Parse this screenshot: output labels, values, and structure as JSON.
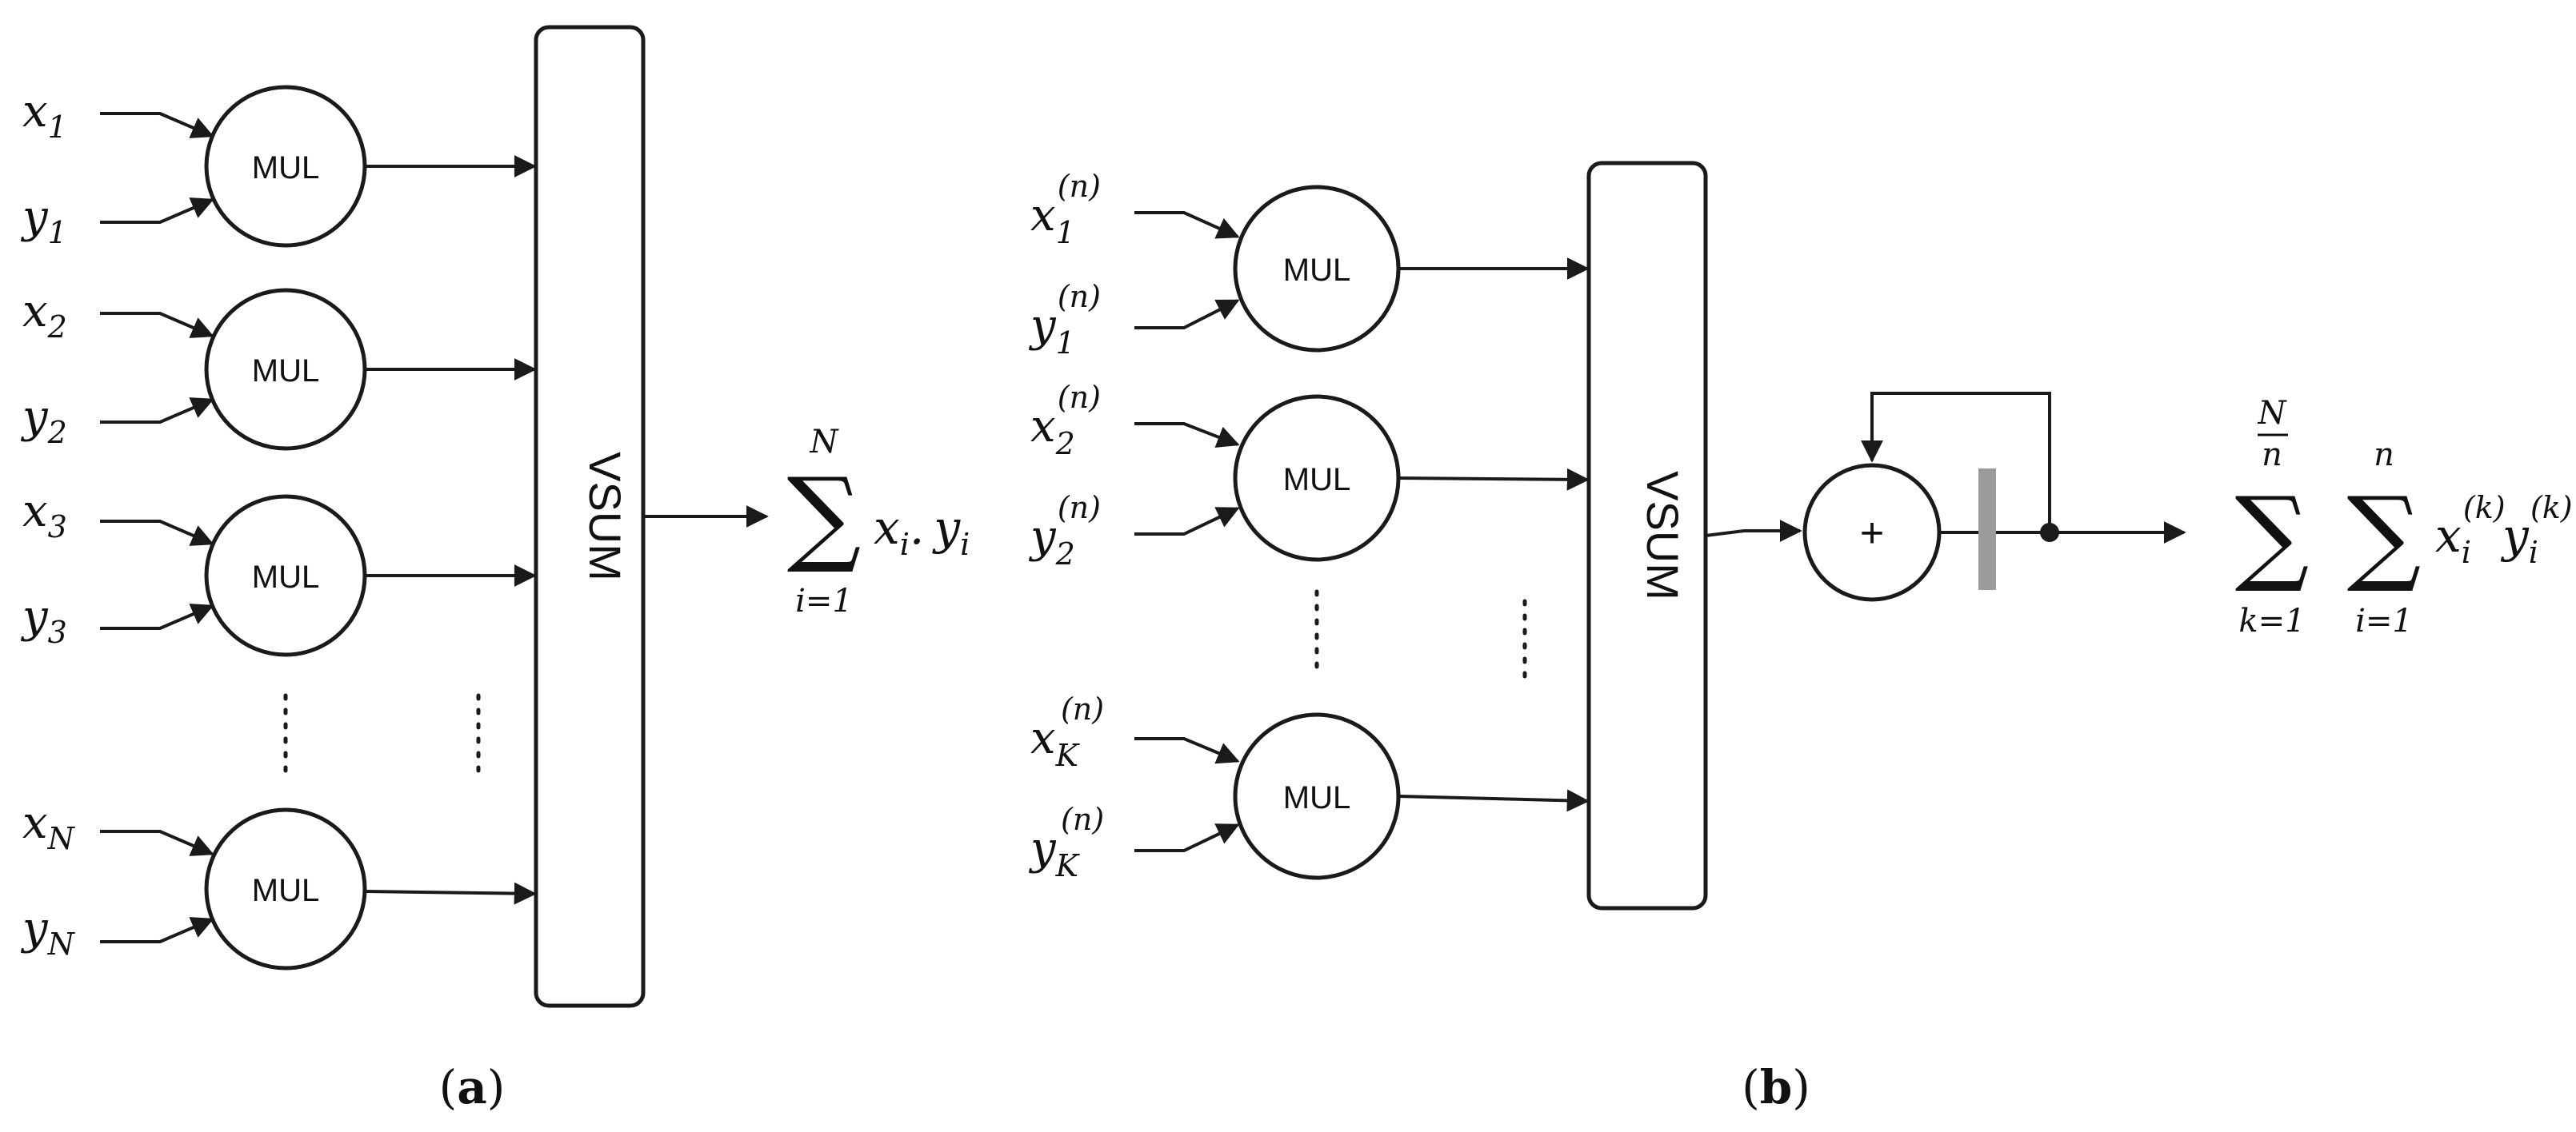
{
  "panel_a": {
    "caption_letter": "a",
    "inputs": [
      {
        "x_base": "x",
        "x_sub": "1",
        "y_base": "y",
        "y_sub": "1"
      },
      {
        "x_base": "x",
        "x_sub": "2",
        "y_base": "y",
        "y_sub": "2"
      },
      {
        "x_base": "x",
        "x_sub": "3",
        "y_base": "y",
        "y_sub": "3"
      },
      {
        "x_base": "x",
        "x_sub": "N",
        "y_base": "y",
        "y_sub": "N"
      }
    ],
    "mul_label": "MUL",
    "vsum_label": "VSUM",
    "output": {
      "sigma": "∑",
      "upper": "N",
      "lower": "i=1",
      "term_x": "x",
      "term_x_sub": "i",
      "dot": ".",
      "term_y": "y",
      "term_y_sub": "i"
    }
  },
  "panel_b": {
    "caption_letter": "b",
    "inputs": [
      {
        "x_base": "x",
        "x_sub": "1",
        "y_base": "y",
        "y_sub": "1",
        "sup": "(n)"
      },
      {
        "x_base": "x",
        "x_sub": "2",
        "y_base": "y",
        "y_sub": "2",
        "sup": "(n)"
      },
      {
        "x_base": "x",
        "x_sub": "K",
        "y_base": "y",
        "y_sub": "K",
        "sup": "(n)"
      }
    ],
    "mul_label": "MUL",
    "vsum_label": "VSUM",
    "adder_label": "+",
    "output": {
      "sigma": "∑",
      "outer_upper_num": "N",
      "outer_upper_den": "n",
      "outer_lower": "k=1",
      "inner_upper": "n",
      "inner_lower": "i=1",
      "term_x": "x",
      "term_x_sub": "i",
      "term_x_sup": "(k)",
      "term_y": "y",
      "term_y_sub": "i",
      "term_y_sup": "(k)"
    }
  },
  "captions": {
    "open": "(",
    "close": ")"
  }
}
